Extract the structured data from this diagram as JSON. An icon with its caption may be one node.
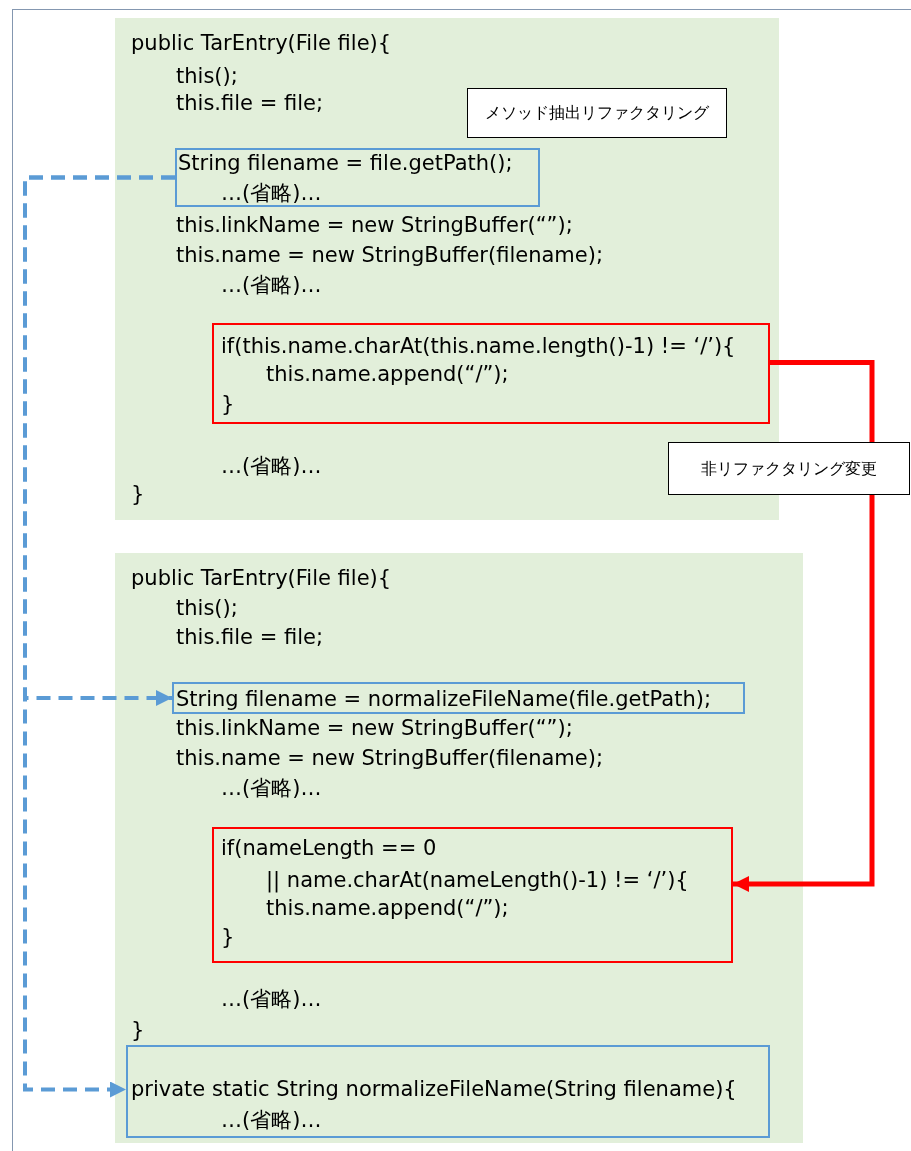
{
  "diagram": {
    "nodes": [
      {
        "text": [
          "public TarEntry(File file){",
          "this();",
          "this.file = file;",
          "this.linkName = new StringBuffer(“”);",
          "this.name = new StringBuffer(filename);",
          "…(省略)…",
          "…(省略)…",
          "}"
        ]
      },
      {
        "text": [
          "String filename = file.getPath();",
          "…(省略)…"
        ],
        "in": 0
      },
      {
        "text": [
          "if(this.name.charAt(this.name.length()-1) != ‘/’){",
          "this.name.append(“/”);",
          "}"
        ],
        "in": 0
      },
      {
        "text": [
          "メソッド抽出リファクタリング"
        ],
        "in": 0
      },
      {
        "text": [
          "public TarEntry(File file){",
          "this();",
          "this.file = file;",
          "this.linkName = new StringBuffer(“”);",
          "this.name = new StringBuffer(filename);",
          "…(省略)…",
          "…(省略)…",
          "}"
        ]
      },
      {
        "text": [
          "String filename = normalizeFileName(file.getPath);"
        ],
        "in": 4
      },
      {
        "text": [
          "if(nameLength == 0",
          "|| name.charAt(nameLength()-1) != ‘/’){",
          "this.name.append(“/”);",
          "}"
        ],
        "in": 4
      },
      {
        "text": [
          "private static String normalizeFileName(String filename){",
          "…(省略)…"
        ],
        "in": 4
      },
      {
        "text": [
          "非リファクタリング変更"
        ]
      }
    ],
    "edges": [
      {
        "from": 1,
        "to": 5,
        "arrow": "to",
        "style": "dashed",
        "color": "#5b9bd5"
      },
      {
        "from": 1,
        "to": 7,
        "arrow": "to",
        "style": "dashed",
        "color": "#5b9bd5"
      },
      {
        "from": 2,
        "to": 8,
        "arrow": "none",
        "color": "#ff0000"
      },
      {
        "from": 8,
        "to": 6,
        "arrow": "to",
        "color": "#ff0000"
      }
    ]
  }
}
